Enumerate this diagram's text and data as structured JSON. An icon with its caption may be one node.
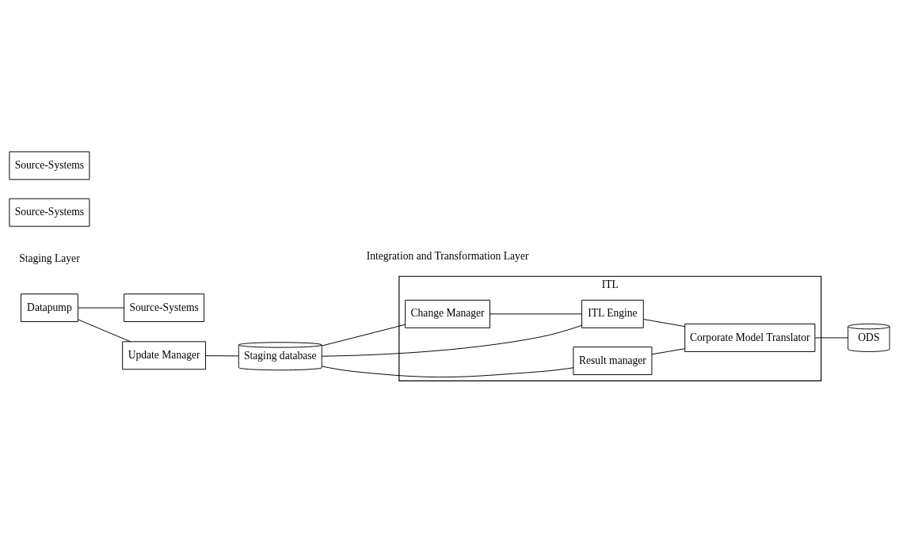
{
  "diagram": {
    "nodes": [
      {
        "text": [
          "Datapump"
        ]
      },
      {
        "text": [
          "Source-Systems"
        ]
      },
      {
        "text": [
          "Source-Systems"
        ]
      },
      {
        "text": [
          "Source-Systems"
        ]
      },
      {
        "text": [
          "Update Manager"
        ]
      },
      {
        "text": [
          "Staging database"
        ]
      },
      {
        "text": [
          "ITL"
        ]
      },
      {
        "text": [
          "Change Manager"
        ],
        "in": 6
      },
      {
        "text": [
          "ITL Engine"
        ],
        "in": 6
      },
      {
        "text": [
          "Corporate Model Translator"
        ],
        "in": 6
      },
      {
        "text": [
          "Result manager"
        ],
        "in": 6
      },
      {
        "text": [
          "ODS"
        ]
      }
    ],
    "edges": [
      {
        "from": 0,
        "to": 2,
        "arrow": "none"
      },
      {
        "from": 0,
        "to": 4,
        "arrow": "none"
      },
      {
        "from": 4,
        "to": 5,
        "arrow": "none"
      },
      {
        "from": 5,
        "to": 7,
        "arrow": "none"
      },
      {
        "from": 5,
        "to": 8,
        "arrow": "none"
      },
      {
        "from": 5,
        "to": 10,
        "arrow": "none"
      },
      {
        "from": 7,
        "to": 8,
        "arrow": "none"
      },
      {
        "from": 8,
        "to": 9,
        "arrow": "none"
      },
      {
        "from": 10,
        "to": 9,
        "arrow": "none"
      },
      {
        "from": 9,
        "to": 11,
        "arrow": "none"
      }
    ],
    "labels": [
      "Staging Layer",
      "Integration and Transformation Layer"
    ]
  }
}
